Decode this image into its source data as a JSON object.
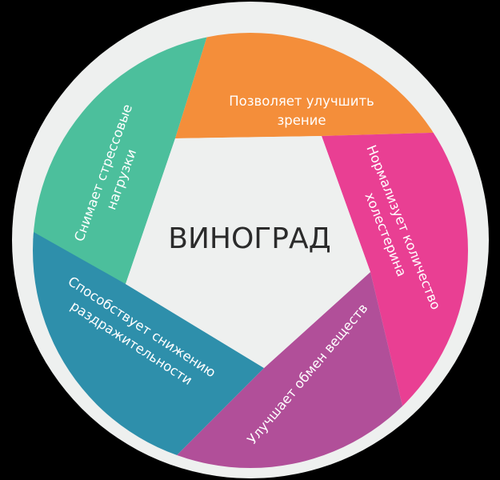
{
  "title": "ВИНОГРАД",
  "colors": {
    "background": "#000000",
    "ring": "#eef0ef",
    "center": "#eef0ef",
    "title": "#2b2b2b",
    "label": "#ffffff"
  },
  "segments": [
    {
      "id": "top",
      "color": "#f48e3a",
      "lines": [
        "Позволяет улучшить",
        "зрение"
      ]
    },
    {
      "id": "right",
      "color": "#e93f93",
      "lines": [
        "Нормализует количество",
        "холестерина"
      ]
    },
    {
      "id": "bottom-right",
      "color": "#b14f99",
      "lines": [
        "Улучшает обмен веществ"
      ]
    },
    {
      "id": "bottom-left",
      "color": "#2e8fab",
      "lines": [
        "Способствует снижению",
        "раздражительности"
      ]
    },
    {
      "id": "left",
      "color": "#4cbf9c",
      "lines": [
        "Снимает стрессовые",
        "нагрузки"
      ]
    }
  ]
}
